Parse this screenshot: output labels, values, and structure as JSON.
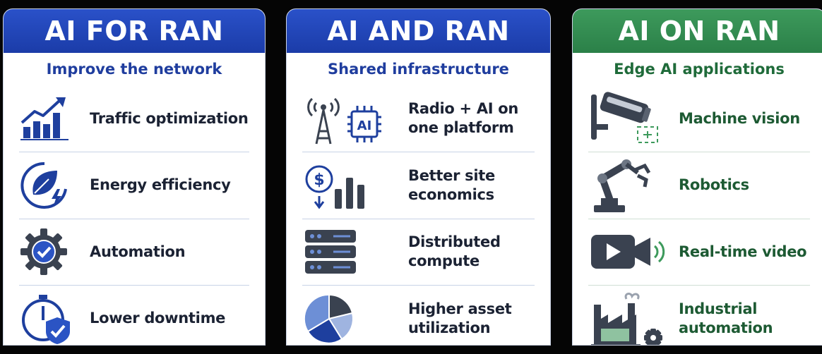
{
  "columns": [
    {
      "title": "AI FOR RAN",
      "subtitle": "Improve the network",
      "items": [
        {
          "label": "Traffic optimization",
          "icon": "growth-chart-icon"
        },
        {
          "label": "Energy efficiency",
          "icon": "leaf-bolt-icon"
        },
        {
          "label": "Automation",
          "icon": "gear-check-icon"
        },
        {
          "label": "Lower downtime",
          "icon": "stopwatch-shield-icon"
        }
      ]
    },
    {
      "title": "AI AND RAN",
      "subtitle": "Shared infrastructure",
      "items": [
        {
          "line1": "Radio + AI on",
          "line2": "one platform",
          "icon": "antenna-chip-icon",
          "chip_text": "AI"
        },
        {
          "line1": "Better site",
          "line2": "economics",
          "icon": "dollar-bars-icon",
          "symbol": "$"
        },
        {
          "line1": "Distributed",
          "line2": "compute",
          "icon": "server-rack-icon"
        },
        {
          "line1": "Higher asset",
          "line2": "utilization",
          "icon": "pie-chart-icon"
        }
      ]
    },
    {
      "title": "AI ON RAN",
      "subtitle": "Edge AI applications",
      "items": [
        {
          "line1": "Machine vision",
          "line2": "",
          "icon": "security-camera-icon"
        },
        {
          "line1": "Robotics",
          "line2": "",
          "icon": "robot-arm-icon"
        },
        {
          "line1": "Real-time video",
          "line2": "",
          "icon": "video-camera-icon"
        },
        {
          "line1": "Industrial",
          "line2": "automation",
          "icon": "factory-gear-icon"
        }
      ]
    }
  ],
  "colors": {
    "blue": "#1f3d9e",
    "green": "#2b8048",
    "icon_blue": "#1e3f9e",
    "icon_gray": "#3a4250",
    "icon_light": "#6d8fd6"
  }
}
